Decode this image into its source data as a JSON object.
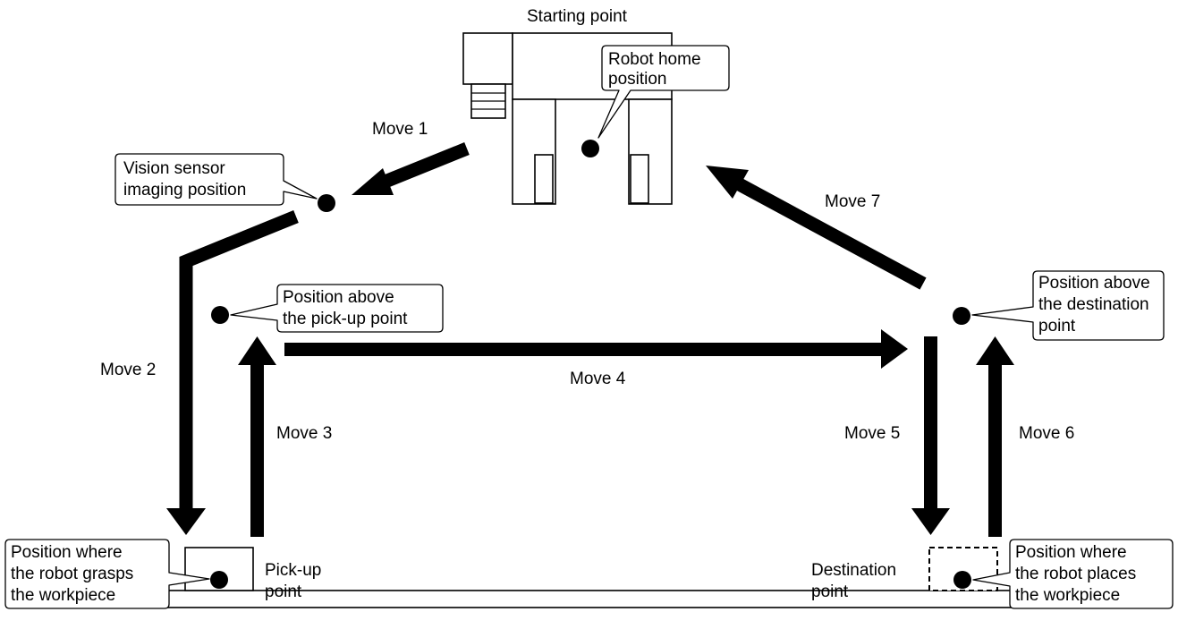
{
  "labels": {
    "starting_point": "Starting point",
    "pickup_point": [
      "Pick-up",
      "point"
    ],
    "destination_point": [
      "Destination",
      "point"
    ]
  },
  "moves": {
    "move1": "Move 1",
    "move2": "Move 2",
    "move3": "Move 3",
    "move4": "Move 4",
    "move5": "Move 5",
    "move6": "Move 6",
    "move7": "Move 7"
  },
  "callouts": {
    "robot_home": [
      "Robot home",
      "position"
    ],
    "vision_sensor": [
      "Vision sensor",
      "imaging position"
    ],
    "above_pickup": [
      "Position above",
      "the pick-up point"
    ],
    "above_destination": [
      "Position above",
      "the destination",
      "point"
    ],
    "grasp": [
      "Position where",
      "the robot grasps",
      "the workpiece"
    ],
    "place": [
      "Position where",
      "the robot places",
      "the workpiece"
    ]
  }
}
